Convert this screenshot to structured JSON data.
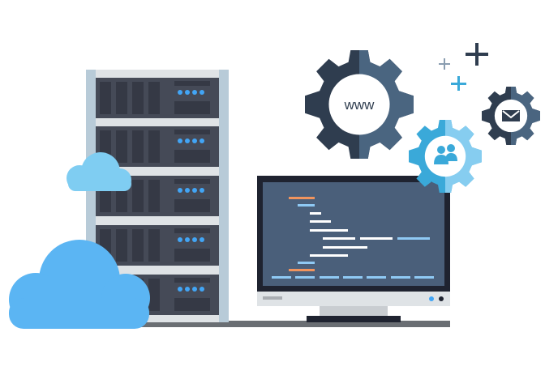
{
  "illustration": {
    "subject": "web hosting server illustration",
    "gear_www": {
      "label": "www"
    },
    "colors": {
      "rack_frame": "#b8cbd8",
      "rack_shelf": "#dfe3e6",
      "server_unit": "#454a57",
      "server_slot": "#353945",
      "led": "#42a5f5",
      "cloud_light": "#7fcdf2",
      "cloud_main": "#5bb5f3",
      "monitor_bezel": "#1f2330",
      "monitor_screen": "#4a5f7a",
      "code_orange": "#f0945e",
      "code_blue": "#8fc9f4",
      "code_white": "#ffffff",
      "gear_dark": "#2f3d4f",
      "gear_dark_right": "#4a6580",
      "gear_blue": "#3aa9d9",
      "gear_blue_right": "#86cdf0",
      "floor": "#6a6e73"
    },
    "server_units": 5
  }
}
